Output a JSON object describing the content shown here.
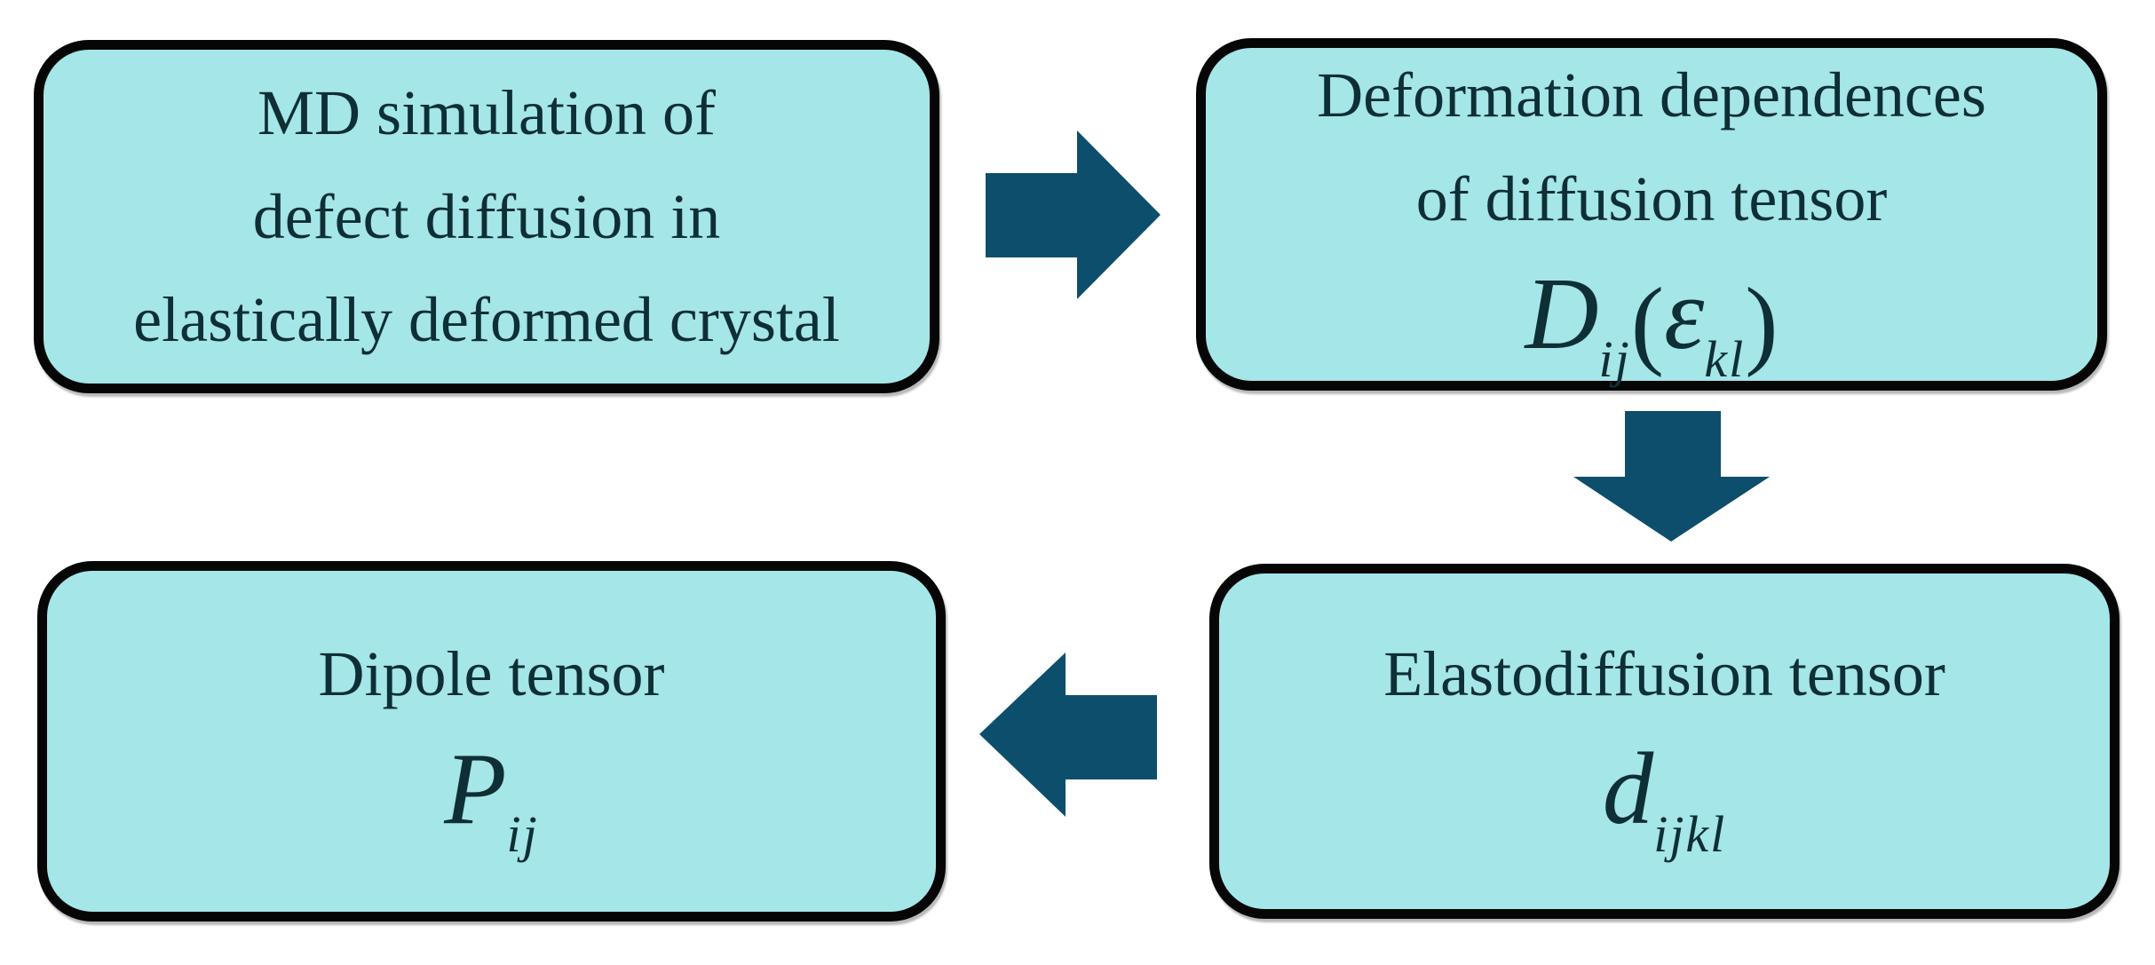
{
  "figure": {
    "type": "flowchart",
    "description_names": [
      "md-simulation-box",
      "deformation-dependences-box",
      "elastodiffusion-box",
      "dipole-tensor-box"
    ]
  },
  "colors": {
    "background": "#ffffff",
    "box_fill": "#a5e6e8",
    "box_border": "#060606",
    "arrow": "#0d4e6c",
    "text": "#0e2f35"
  },
  "boxes": {
    "md_simulation": {
      "lines": [
        "MD simulation of",
        "defect diffusion in",
        "elastically deformed crystal"
      ]
    },
    "deformation": {
      "lines": [
        "Deformation dependences",
        "of diffusion tensor"
      ],
      "formula": {
        "base": "D",
        "sub1": "ij",
        "open": "(",
        "eps": "ε",
        "sub2": "kl",
        "close": ")"
      }
    },
    "elastodiffusion": {
      "line": "Elastodiffusion tensor",
      "formula": {
        "base": "d",
        "sub": "ijkl"
      }
    },
    "dipole": {
      "line": "Dipole tensor",
      "formula": {
        "base": "P",
        "sub": "ij"
      }
    }
  },
  "arrows": [
    {
      "name": "arrow-right-md-to-deformation",
      "direction": "right"
    },
    {
      "name": "arrow-down-deformation-to-elastodiffusion",
      "direction": "down"
    },
    {
      "name": "arrow-left-elastodiffusion-to-dipole",
      "direction": "left"
    }
  ]
}
